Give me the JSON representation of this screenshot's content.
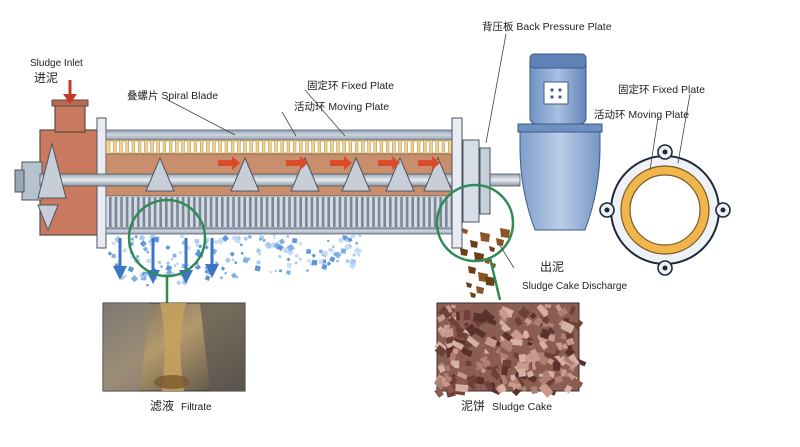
{
  "labels": {
    "sludge_inlet_en": "Sludge Inlet",
    "sludge_inlet_cn": "进泥",
    "spiral_blade": "叠螺片 Spiral Blade",
    "fixed_plate_top": "固定环 Fixed Plate",
    "moving_plate_top": "活动环 Moving Plate",
    "back_pressure_plate": "背压板  Back Pressure Plate",
    "fixed_plate_right": "固定环  Fixed Plate",
    "moving_plate_right": "活动环 Moving Plate",
    "discharge_cn": "出泥",
    "discharge_en": "Sludge Cake Discharge",
    "filtrate_cn": "滤液",
    "filtrate_en": "Filtrate",
    "cake_cn": "泥饼",
    "cake_en": "Sludge Cake"
  },
  "colors": {
    "inlet_body": "#c97a5e",
    "frame": "#9aa7b8",
    "machine_blue": "#7fa0cc",
    "ring_gold": "#f0b64d",
    "arrow_red": "#d94b2b",
    "leader_line": "#2f8a54",
    "filtrate_blue": "#3d74c6",
    "sludge_brown": "#6b3e17"
  }
}
